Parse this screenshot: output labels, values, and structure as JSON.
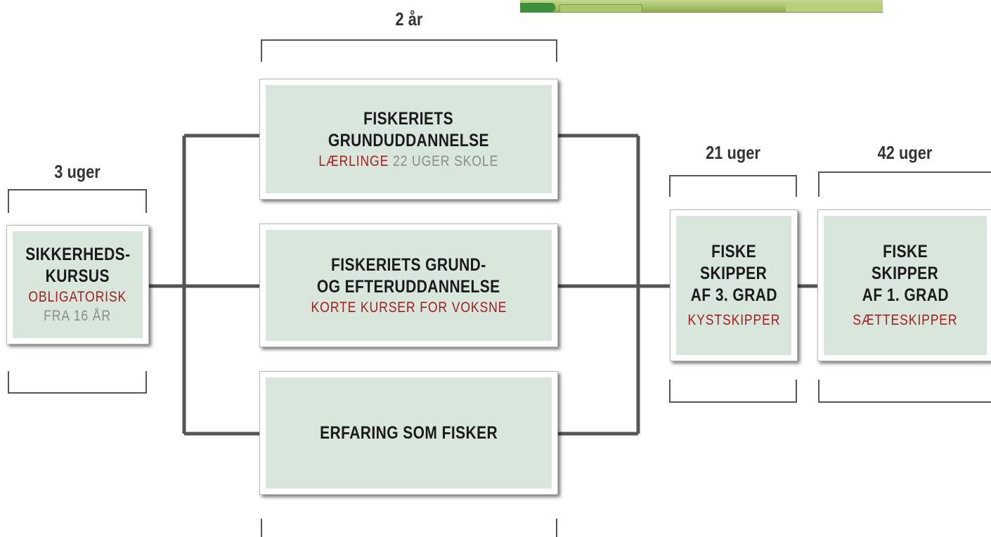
{
  "durations": {
    "safety": "3 uger",
    "basic": "2 år",
    "third_grade": "21 uger",
    "first_grade": "42 uger"
  },
  "boxes": {
    "safety": {
      "title_line1": "SIKKERHEDS-",
      "title_line2": "KURSUS",
      "sub1": "OBLIGATORISK",
      "sub2": "FRA 16 ÅR"
    },
    "basic_training": {
      "title_line1": "FISKERIETS",
      "title_line2": "GRUNDUDDANNELSE",
      "sub_red": "LÆRLINGE",
      "sub_gray": "22 UGER SKOLE"
    },
    "continuing_training": {
      "title_line1": "FISKERIETS GRUND-",
      "title_line2": "OG EFTERUDDANNELSE",
      "sub1": "KORTE KURSER FOR VOKSNE"
    },
    "experience": {
      "title_line1": "ERFARING SOM FISKER"
    },
    "third_grade": {
      "title_line1": "FISKE",
      "title_line2": "SKIPPER",
      "title_line3": "AF 3. GRAD",
      "sub1": "KYSTSKIPPER"
    },
    "first_grade": {
      "title_line1": "FISKE",
      "title_line2": "SKIPPER",
      "title_line3": "AF 1. GRAD",
      "sub1": "SÆTTESKIPPER"
    }
  },
  "colors": {
    "box_fill": "#d9e6dc",
    "accent_red": "#a31f20",
    "muted_gray": "#8c8c8c",
    "connector": "#555555"
  }
}
